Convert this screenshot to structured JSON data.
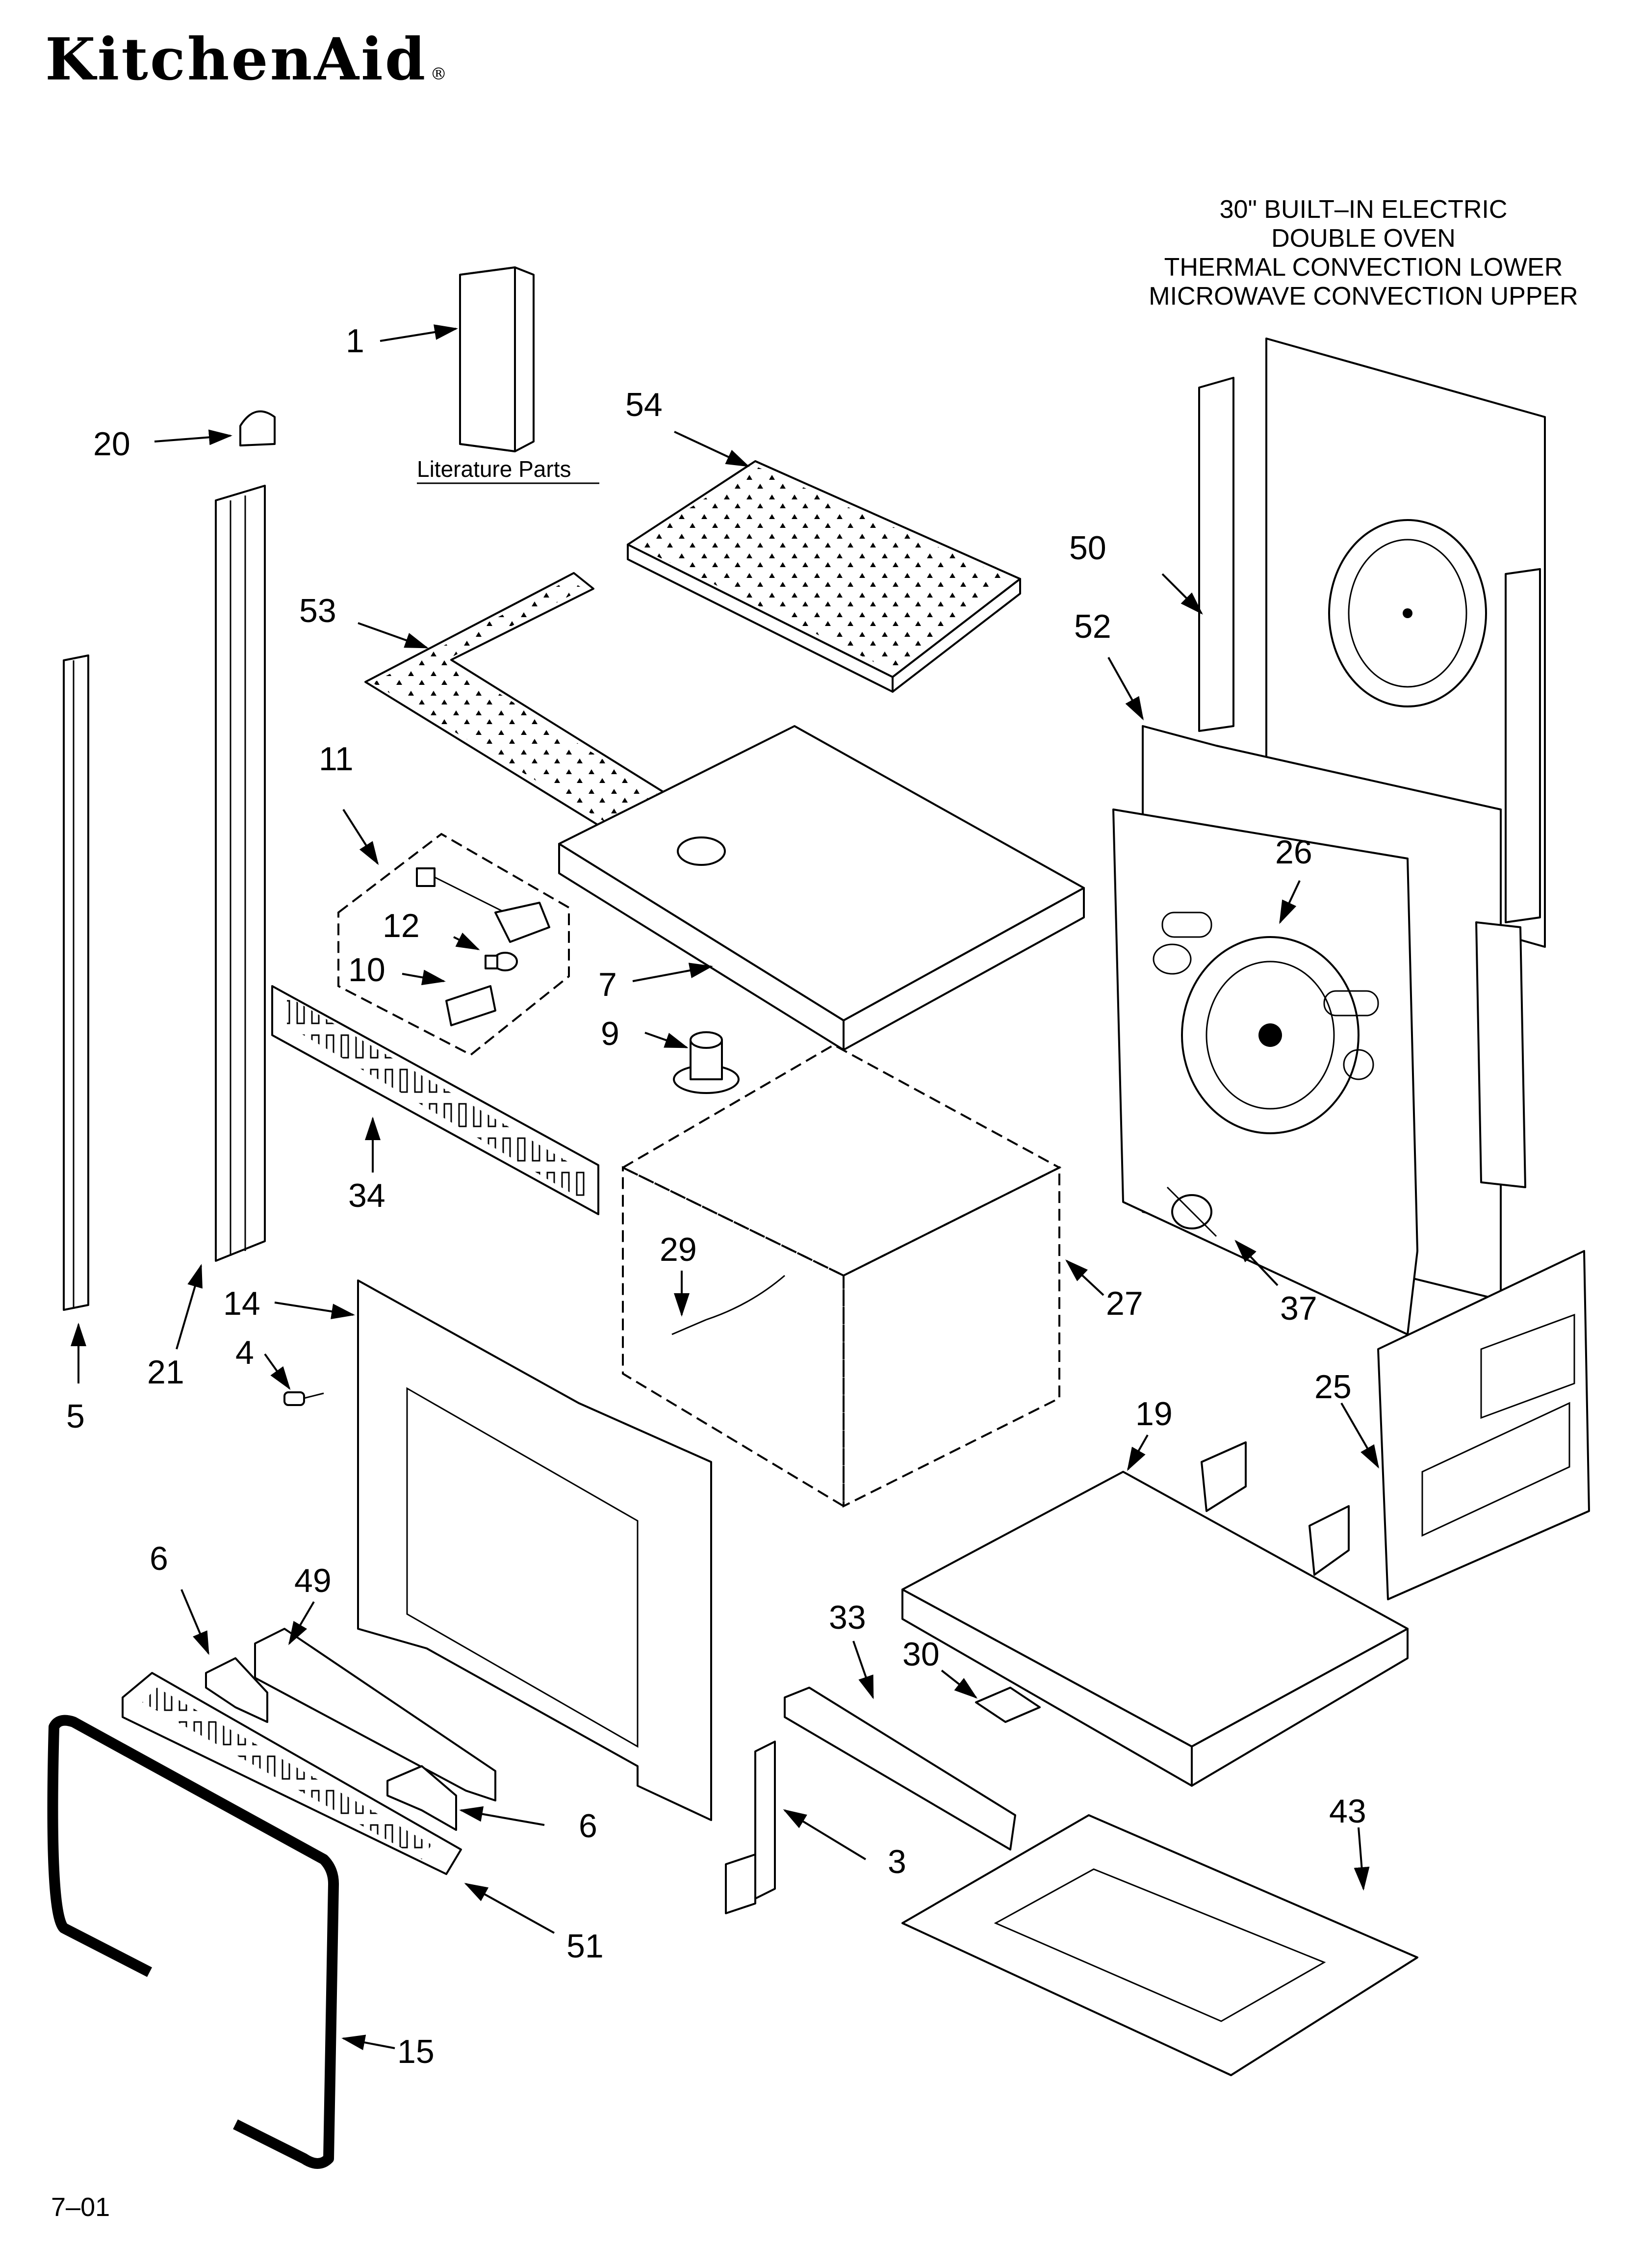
{
  "brand": {
    "name": "KitchenAid",
    "registered_mark": "®"
  },
  "title_lines": [
    "30\" BUILT–IN ELECTRIC",
    "DOUBLE OVEN",
    "THERMAL CONVECTION LOWER",
    "MICROWAVE CONVECTION UPPER"
  ],
  "literature_label": "Literature Parts",
  "footer_code": "7–01",
  "callouts": [
    "1",
    "54",
    "20",
    "50",
    "53",
    "52",
    "11",
    "26",
    "12",
    "10",
    "7",
    "9",
    "34",
    "29",
    "27",
    "37",
    "14",
    "21",
    "4",
    "5",
    "25",
    "19",
    "6",
    "49",
    "33",
    "30",
    "6",
    "3",
    "43",
    "51",
    "15"
  ]
}
